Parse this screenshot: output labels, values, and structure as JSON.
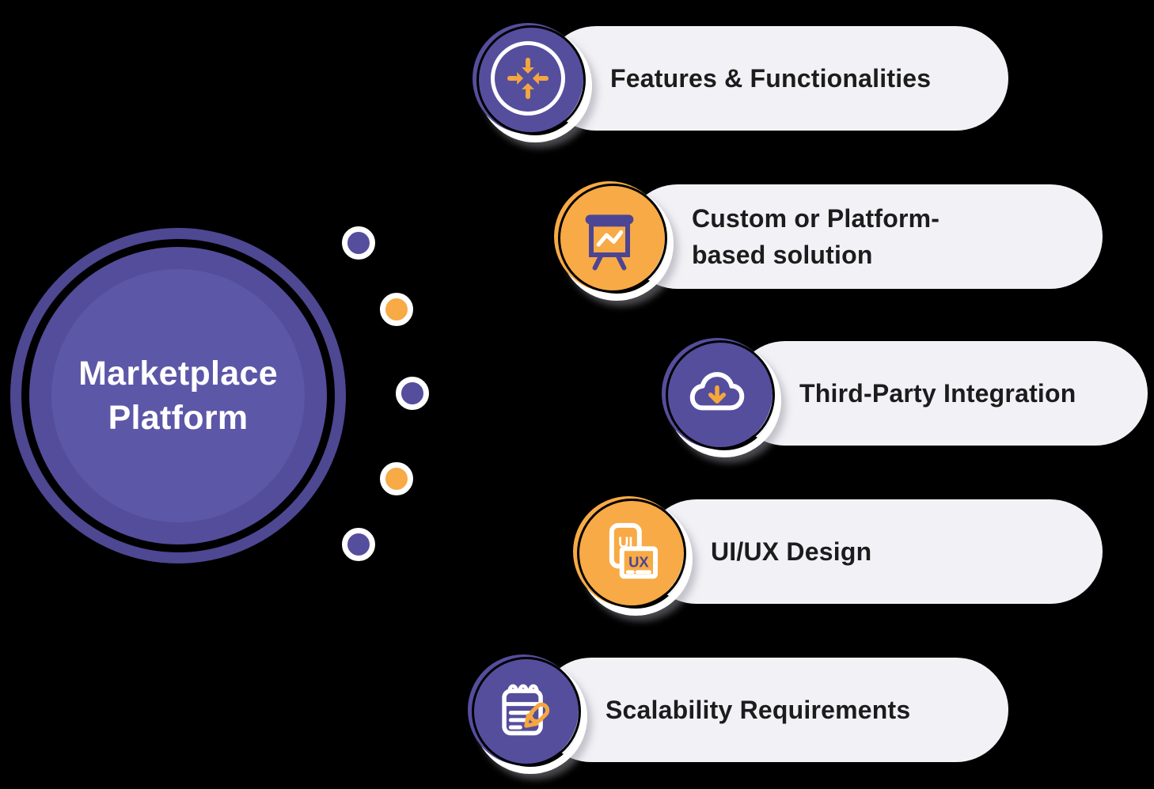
{
  "background": "#000000",
  "colors": {
    "purple": "#554E9D",
    "purple_deep": "#4C4593",
    "hub_ring": "#4E4792",
    "hub_disc": "#544D9C",
    "hub_inner": "#5D57A8",
    "orange": "#F7AA45",
    "icon_orange": "#F5A73E",
    "pill_bg": "#F2F1F6",
    "label_text": "#1C1C1C",
    "white": "#FFFFFF",
    "bg": "#000000"
  },
  "hub": {
    "title_line1": "Marketplace",
    "title_line2": "Platform"
  },
  "items": [
    {
      "label": "Features & Functionalities",
      "icon": "converge-arrows-icon",
      "badge_color": "purple"
    },
    {
      "label": "Custom or Platform-based solution",
      "icon": "presentation-board-icon",
      "badge_color": "orange"
    },
    {
      "label": "Third-Party Integration",
      "icon": "cloud-download-icon",
      "badge_color": "purple"
    },
    {
      "label": "UI/UX Design",
      "icon": "uiux-cards-icon",
      "badge_color": "orange",
      "icon_text": {
        "ui": "UI",
        "ux": "UX"
      }
    },
    {
      "label": "Scalability Requirements",
      "icon": "notepad-pencil-icon",
      "badge_color": "purple"
    }
  ],
  "connector_dots": [
    "purple",
    "orange",
    "purple",
    "orange",
    "purple"
  ]
}
